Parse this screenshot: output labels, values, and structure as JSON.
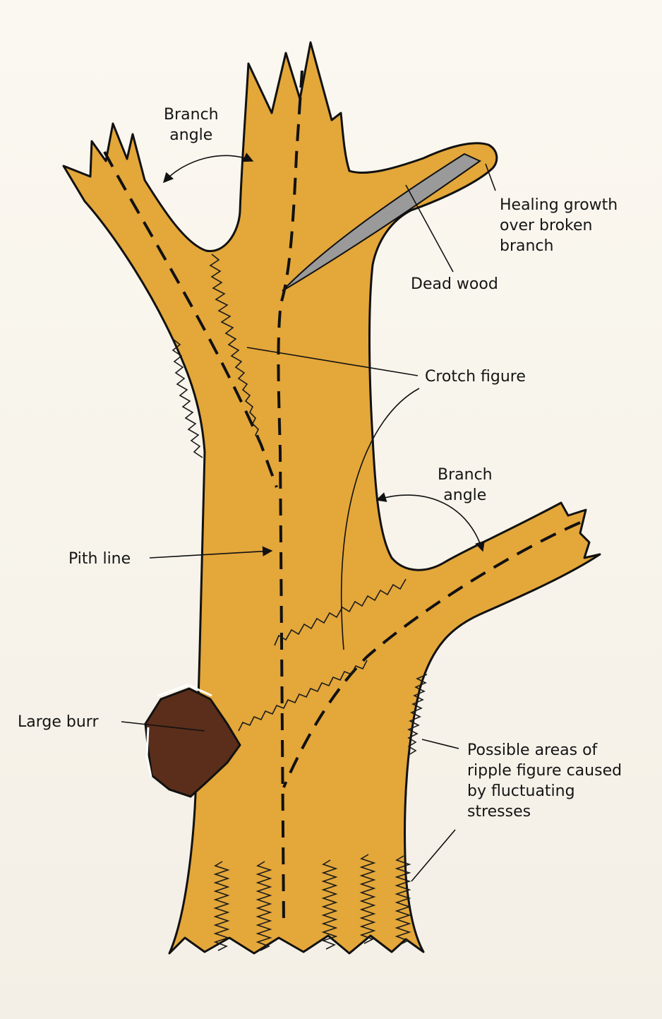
{
  "labels": {
    "branch_angle_top": "Branch\nangle",
    "healing_growth": "Healing growth\nover broken\nbranch",
    "dead_wood": "Dead wood",
    "crotch_figure": "Crotch figure",
    "branch_angle_right": "Branch\nangle",
    "pith_line": "Pith line",
    "large_burr": "Large burr",
    "ripple_figure": "Possible areas of\nripple figure caused\nby fluctuating\nstresses"
  },
  "colors": {
    "wood": "#e3a73a",
    "dead_wood": "#9a9a9a",
    "burr": "#5a2e1a",
    "outline": "#111111"
  }
}
